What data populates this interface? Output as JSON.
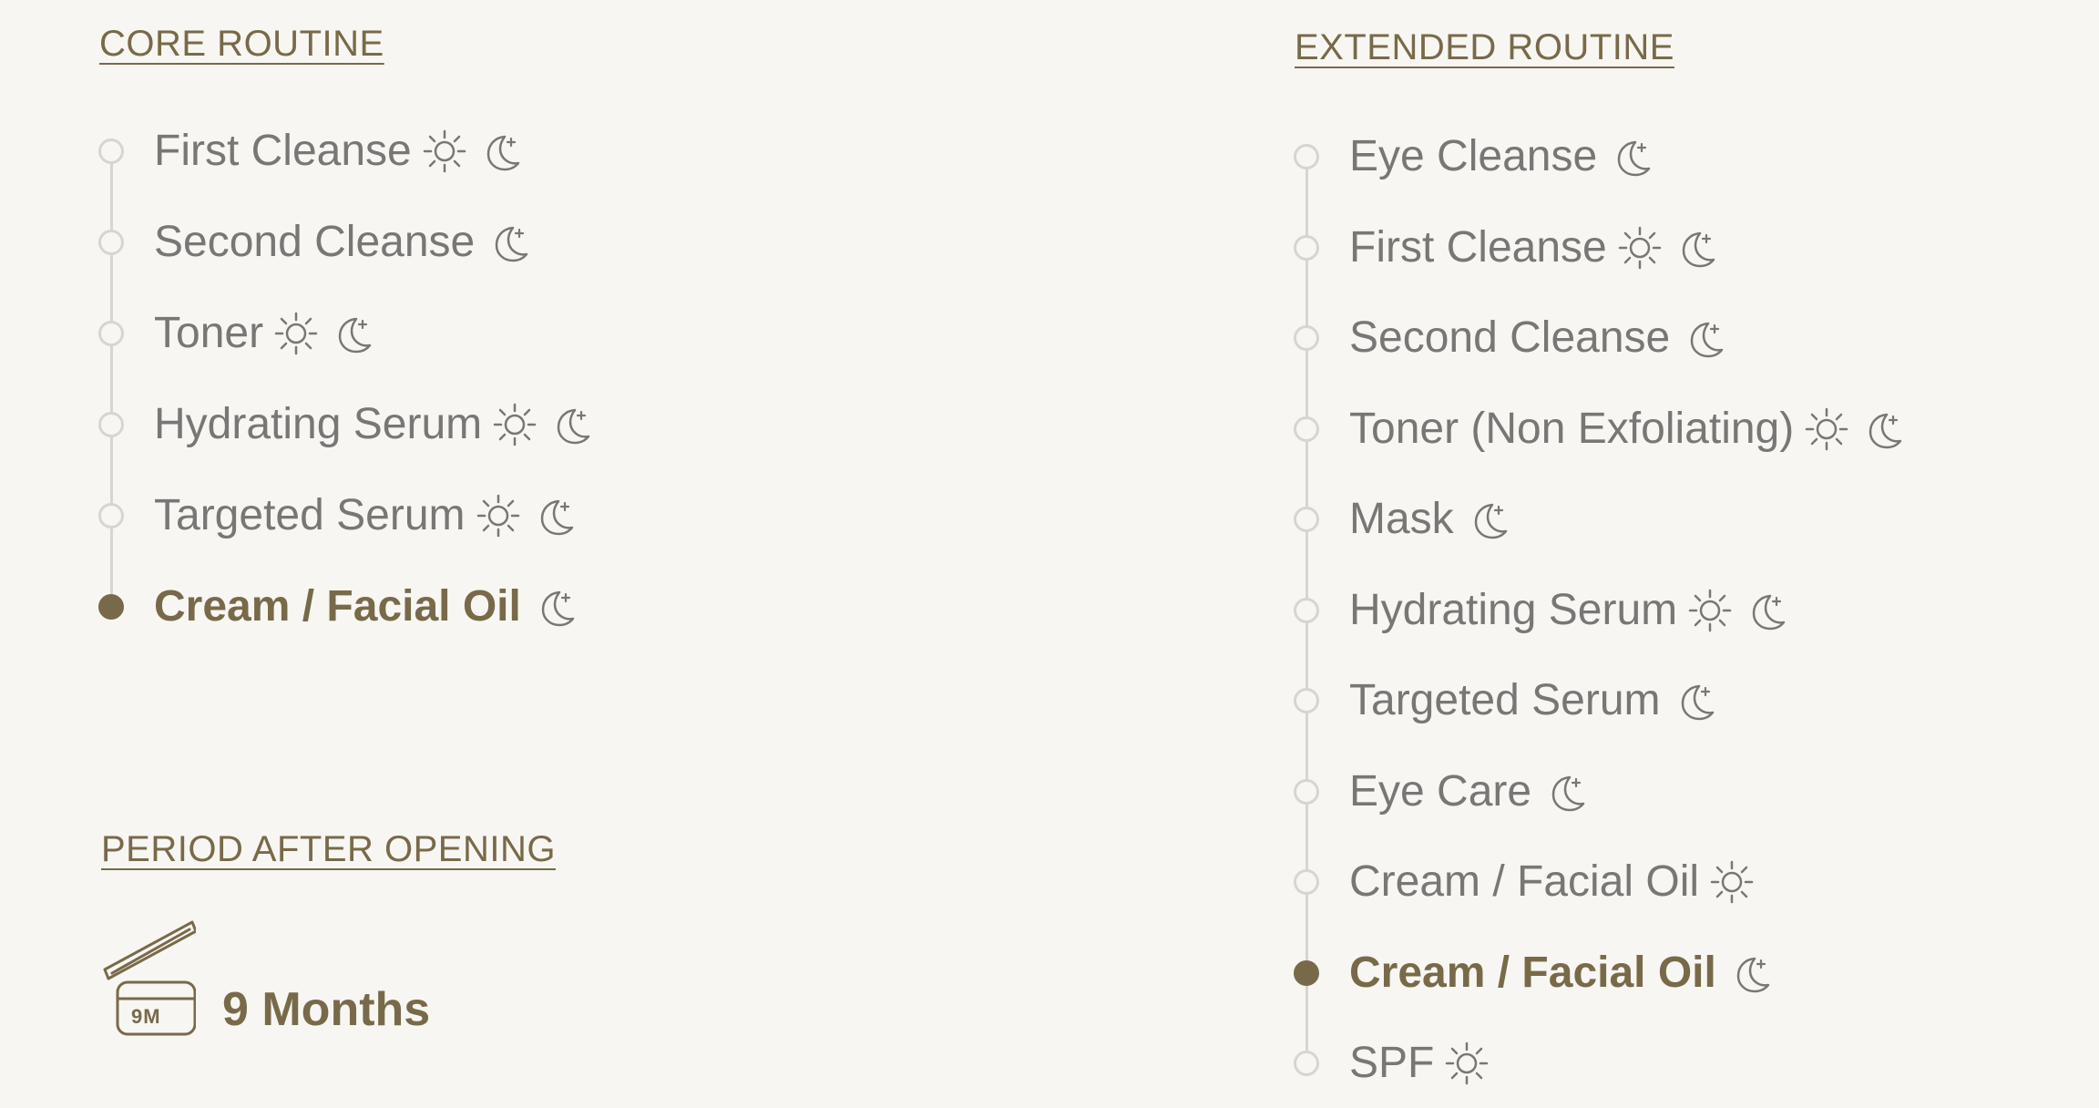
{
  "sections": {
    "core_routine_title": "CORE ROUTINE",
    "extended_routine_title": "EXTENDED ROUTINE",
    "period_after_opening_title": "PERIOD AFTER OPENING"
  },
  "core_routine": [
    {
      "label": "First Cleanse",
      "icons": [
        "sun-icon",
        "moon-icon"
      ],
      "active": false
    },
    {
      "label": "Second Cleanse",
      "icons": [
        "moon-icon"
      ],
      "active": false
    },
    {
      "label": "Toner",
      "icons": [
        "sun-icon",
        "moon-icon"
      ],
      "active": false
    },
    {
      "label": "Hydrating Serum",
      "icons": [
        "sun-icon",
        "moon-icon"
      ],
      "active": false
    },
    {
      "label": "Targeted Serum",
      "icons": [
        "sun-icon",
        "moon-icon"
      ],
      "active": false
    },
    {
      "label": "Cream / Facial Oil",
      "icons": [
        "moon-icon"
      ],
      "active": true
    }
  ],
  "extended_routine": [
    {
      "label": "Eye Cleanse",
      "icons": [
        "moon-icon"
      ],
      "active": false
    },
    {
      "label": "First Cleanse",
      "icons": [
        "sun-icon",
        "moon-icon"
      ],
      "active": false
    },
    {
      "label": "Second Cleanse",
      "icons": [
        "moon-icon"
      ],
      "active": false
    },
    {
      "label": "Toner (Non Exfoliating)",
      "icons": [
        "sun-icon",
        "moon-icon"
      ],
      "active": false
    },
    {
      "label": "Mask",
      "icons": [
        "moon-icon"
      ],
      "active": false
    },
    {
      "label": "Hydrating Serum",
      "icons": [
        "sun-icon",
        "moon-icon"
      ],
      "active": false
    },
    {
      "label": "Targeted Serum",
      "icons": [
        "moon-icon"
      ],
      "active": false
    },
    {
      "label": "Eye Care",
      "icons": [
        "moon-icon"
      ],
      "active": false
    },
    {
      "label": "Cream / Facial Oil",
      "icons": [
        "sun-icon"
      ],
      "active": false
    },
    {
      "label": "Cream / Facial Oil",
      "icons": [
        "moon-icon"
      ],
      "active": true
    },
    {
      "label": "SPF",
      "icons": [
        "sun-icon"
      ],
      "active": false
    }
  ],
  "period_after_opening": {
    "icon_label": "9M",
    "value": "9 Months",
    "icon": "open-jar-icon"
  },
  "colors": {
    "background": "#f7f6f2",
    "accent": "#786a49",
    "text": "#7a7675",
    "timeline": "#d7d5d2"
  }
}
